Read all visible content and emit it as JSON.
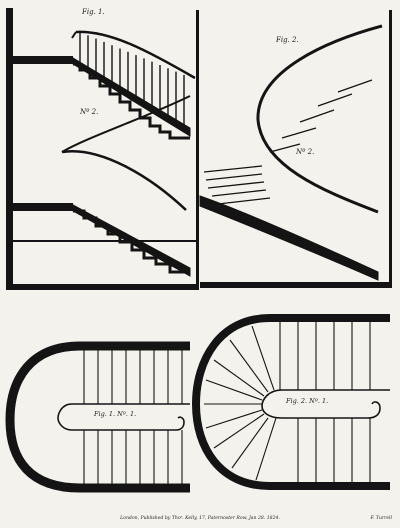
{
  "labels": {
    "fig1": "Fig. 1.",
    "fig1_no2": "Nº 2.",
    "fig2": "Fig. 2.",
    "fig2_no2": "Nº 2.",
    "plan_fig1": "Fig. 1. Nº. 1.",
    "plan_fig2": "Fig. 2. Nº. 1."
  },
  "imprint": {
    "publisher_line": "London, Published by Thoˢ. Kelly, 17, Paternoster Row, Jan 28. 1824.",
    "engraver": "F. Turrell"
  },
  "colors": {
    "ink": "#141414",
    "paper": "#f4f2ec"
  }
}
